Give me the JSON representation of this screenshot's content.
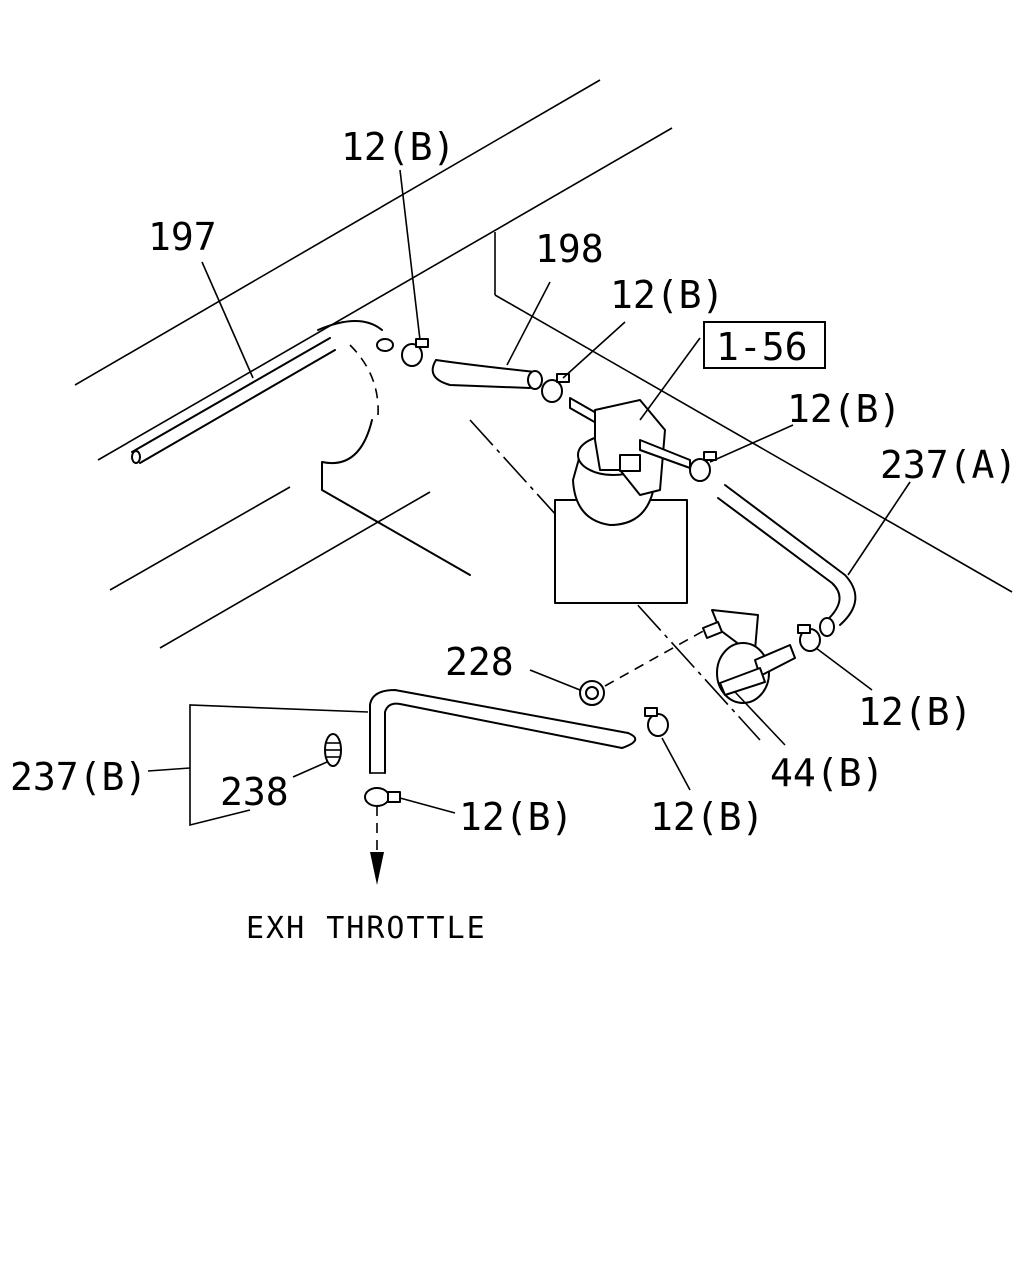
{
  "labels": {
    "clamp_top": "12(B)",
    "pipe_197": "197",
    "hose_198": "198",
    "clamp_mid": "12(B)",
    "ref_box": "1-56",
    "clamp_right": "12(B)",
    "hose_237a": "237(A)",
    "bolt_228": "228",
    "clamp_lower_right": "12(B)",
    "fitting_44b": "44(B)",
    "hose_237b": "237(B)",
    "grommet_238": "238",
    "clamp_bottom": "12(B)",
    "clamp_bottom_mid": "12(B)"
  },
  "caption": "EXH THROTTLE"
}
